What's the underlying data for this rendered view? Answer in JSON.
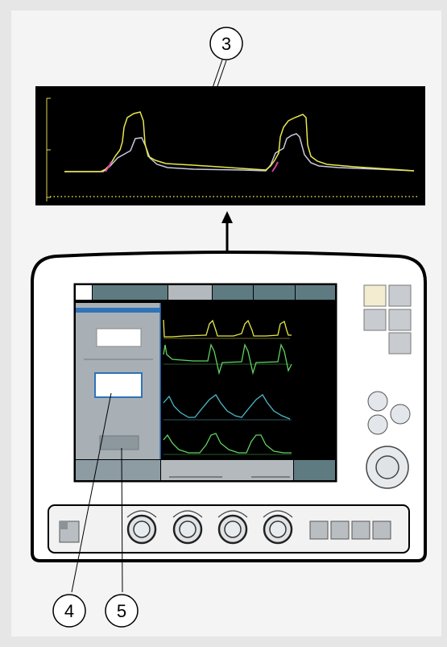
{
  "callouts": {
    "three": "3",
    "four": "4",
    "five": "5"
  },
  "colors": {
    "frame": "#e6e6e6",
    "panel": "#f0f0f0",
    "screen": "#000000",
    "sidebar": "#a8b0b6",
    "tab": "#5f7b82",
    "tab_active": "#b3b9bd",
    "accent_blue": "#2f73b8",
    "wave_yellow": "#e8e84a",
    "wave_green": "#5fd35f",
    "wave_cyan": "#4fb8c8",
    "wave_white": "#c8c8e0",
    "wave_magenta": "#d040a0",
    "button_light": "#f3ecd0",
    "button_gray": "#c8ccd0",
    "knob": "#dfe3e6"
  }
}
